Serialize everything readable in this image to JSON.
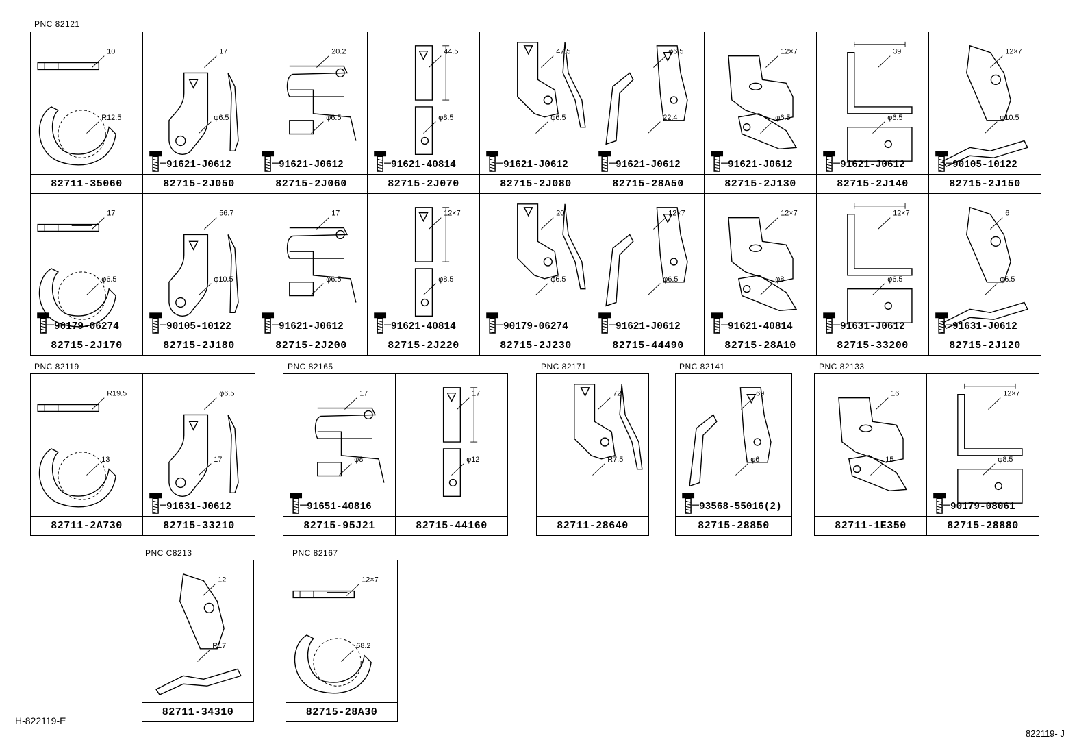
{
  "groups": [
    {
      "pnc": "PNC  82121",
      "cells": [
        {
          "part": "82711-35060",
          "bolt": "",
          "dims": [
            "10",
            "R12.5"
          ]
        },
        {
          "part": "82715-2J050",
          "bolt": "91621-J0612",
          "dims": [
            "17",
            "φ6.5"
          ]
        },
        {
          "part": "82715-2J060",
          "bolt": "91621-J0612",
          "dims": [
            "20.2",
            "φ6.5"
          ]
        },
        {
          "part": "82715-2J070",
          "bolt": "91621-40814",
          "dims": [
            "44.5",
            "φ8.5"
          ]
        },
        {
          "part": "82715-2J080",
          "bolt": "91621-J0612",
          "dims": [
            "47.5",
            "φ6.5"
          ]
        },
        {
          "part": "82715-28A50",
          "bolt": "91621-J0612",
          "dims": [
            "φ6.5",
            "22.4"
          ]
        },
        {
          "part": "82715-2J130",
          "bolt": "91621-J0612",
          "dims": [
            "12×7",
            "φ6.5"
          ]
        },
        {
          "part": "82715-2J140",
          "bolt": "91621-J0612",
          "dims": [
            "39",
            "φ6.5"
          ]
        },
        {
          "part": "82715-2J150",
          "bolt": "90105-10122",
          "dims": [
            "12×7",
            "φ10.5"
          ]
        },
        {
          "part": "82715-2J170",
          "bolt": "90179-06274",
          "dims": [
            "17",
            "φ6.5"
          ]
        },
        {
          "part": "82715-2J180",
          "bolt": "90105-10122",
          "dims": [
            "56.7",
            "φ10.5"
          ]
        },
        {
          "part": "82715-2J200",
          "bolt": "91621-J0612",
          "dims": [
            "17",
            "φ6.5"
          ]
        },
        {
          "part": "82715-2J220",
          "bolt": "91621-40814",
          "dims": [
            "12×7",
            "φ8.5"
          ]
        },
        {
          "part": "82715-2J230",
          "bolt": "90179-06274",
          "dims": [
            "20",
            "φ6.5"
          ]
        },
        {
          "part": "82715-44490",
          "bolt": "91621-J0612",
          "dims": [
            "12×7",
            "φ6.5"
          ]
        },
        {
          "part": "82715-28A10",
          "bolt": "91621-40814",
          "dims": [
            "12×7",
            "φ8"
          ]
        },
        {
          "part": "82715-33200",
          "bolt": "91631-J0612",
          "dims": [
            "12×7",
            "φ6.5"
          ]
        },
        {
          "part": "82715-2J120",
          "bolt": "91631-J0612",
          "dims": [
            "6",
            "φ6.5"
          ]
        }
      ]
    },
    {
      "pnc": "PNC  82119",
      "cells": [
        {
          "part": "82711-2A730",
          "bolt": "",
          "dims": [
            "R19.5",
            "13"
          ]
        },
        {
          "part": "82715-33210",
          "bolt": "91631-J0612",
          "dims": [
            "φ6.5",
            "17"
          ]
        }
      ]
    },
    {
      "pnc": "PNC  82165",
      "cells": [
        {
          "part": "82715-95J21",
          "bolt": "91651-40816",
          "dims": [
            "17",
            "φ8"
          ]
        },
        {
          "part": "82715-44160",
          "bolt": "",
          "dims": [
            "17",
            "φ12"
          ]
        }
      ]
    },
    {
      "pnc": "PNC  82171",
      "cells": [
        {
          "part": "82711-28640",
          "bolt": "",
          "dims": [
            "72",
            "R7.5"
          ]
        }
      ]
    },
    {
      "pnc": "PNC  82141",
      "cells": [
        {
          "part": "82715-28850",
          "bolt": "93568-55016(2)",
          "dims": [
            "69",
            "φ6"
          ]
        }
      ]
    },
    {
      "pnc": "PNC  82133",
      "cells": [
        {
          "part": "82711-1E350",
          "bolt": "",
          "dims": [
            "16",
            "15"
          ]
        },
        {
          "part": "82715-28880",
          "bolt": "90179-08061",
          "dims": [
            "12×7",
            "φ8.5"
          ]
        }
      ]
    },
    {
      "pnc": "PNC  C8213",
      "cells": [
        {
          "part": "82711-34310",
          "bolt": "",
          "dims": [
            "12",
            "R17"
          ]
        }
      ]
    },
    {
      "pnc": "PNC  82167",
      "cells": [
        {
          "part": "82715-28A30",
          "bolt": "",
          "dims": [
            "12×7",
            "68.2"
          ]
        }
      ]
    }
  ],
  "footer_left": "H-822119-E",
  "footer_right": "822119- J"
}
